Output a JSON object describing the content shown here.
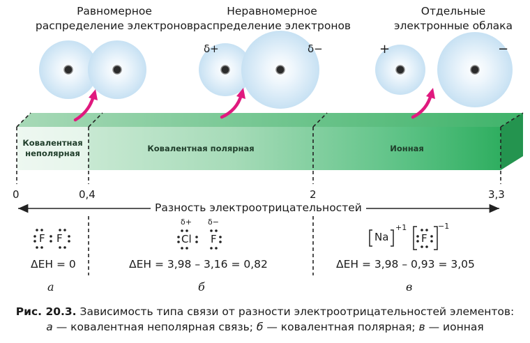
{
  "captions": {
    "uniform": [
      "Равномерное",
      "распределение электронов"
    ],
    "nonuniform": [
      "Неравномерное",
      "распределение электронов"
    ],
    "separate": [
      "Отдельные",
      "электронные облака"
    ]
  },
  "charges": {
    "delta_plus": "δ+",
    "delta_minus": "δ−",
    "plus": "+",
    "minus": "−"
  },
  "band": {
    "segments": [
      "Ковалентная неполярная",
      "Ковалентная полярная",
      "Ионная"
    ],
    "segment1_lines": [
      "Ковалентная",
      "неполярная"
    ],
    "colors": {
      "front_light": "#cfead7",
      "front_dark": "#36b165",
      "top": "#6cc890",
      "side": "#1f8a4a"
    }
  },
  "axis": {
    "ticks": [
      "0",
      "0,4",
      "2",
      "3,3"
    ],
    "label": "Разность электроотрицательностей"
  },
  "examples": {
    "a": {
      "atoms": [
        "F",
        "F"
      ],
      "equation": "ΔEH = 0",
      "letter": "а"
    },
    "b": {
      "atoms": [
        "Cl",
        "F"
      ],
      "partials": [
        "δ+",
        "δ−"
      ],
      "equation": "ΔEH = 3,98 – 3,16 = 0,82",
      "letter": "б"
    },
    "c": {
      "cation": "Na",
      "cation_charge": "+1",
      "anion": "F",
      "anion_charge": "−1",
      "equation": "ΔEH = 3,98 – 0,93 = 3,05",
      "letter": "в"
    }
  },
  "footer": {
    "figure": "Рис. 20.3.",
    "line1_rest": " Зависимость типа связи от разности электроотрицательностей элементов:",
    "a_letter": "а",
    "a_text": " — ковалентная неполярная связь; ",
    "b_letter": "б",
    "b_text": " — ковалентная полярная; ",
    "c_letter": "в",
    "c_text": " — ионная"
  },
  "colors": {
    "arrow": "#e0197e",
    "cloud": "#cfe6f5",
    "dashed": "#222222"
  }
}
